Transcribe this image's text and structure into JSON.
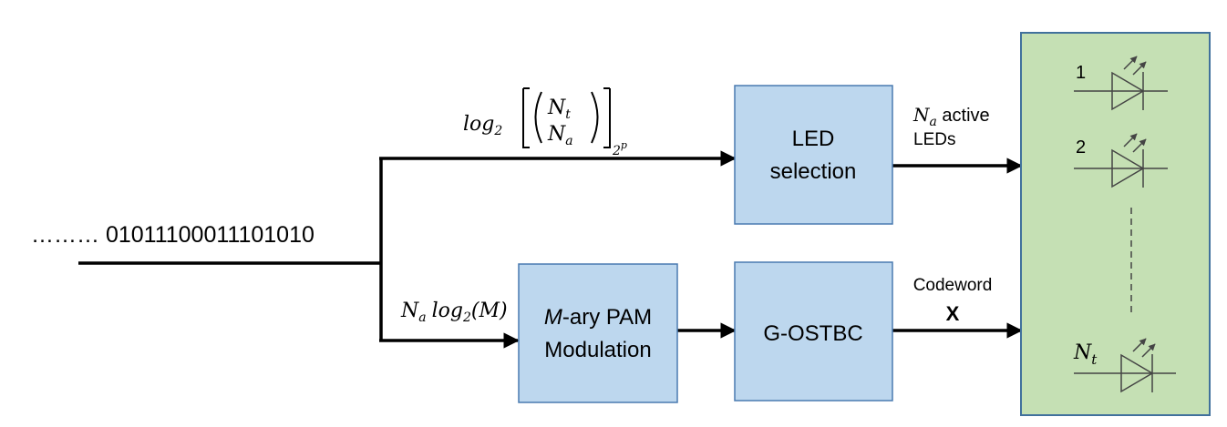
{
  "input": {
    "bitstream": "……… 01011100011101010"
  },
  "branches": {
    "top_label": {
      "func": "log",
      "sub": "2",
      "top": "N",
      "top_sub": "t",
      "bottom": "N",
      "bottom_sub": "a",
      "floor_sub": "2",
      "floor_sup": "p"
    },
    "bottom_label": {
      "n": "N",
      "n_sub": "a",
      "func": "log",
      "func_sub": "2",
      "arg": "(M)"
    }
  },
  "blocks": {
    "led_selection": {
      "line1": "LED",
      "line2": "selection"
    },
    "pam": {
      "line1_italic": "M",
      "line1_rest": "-ary PAM",
      "line2": "Modulation"
    },
    "gostbc": {
      "label": "G-OSTBC"
    }
  },
  "outputs": {
    "active": {
      "n": "N",
      "n_sub": "a",
      "rest": " active",
      "line2": "LEDs"
    },
    "codeword": {
      "line1": "Codeword",
      "line2": "X"
    }
  },
  "led_array": {
    "led1": "1",
    "led2": "2",
    "lastN": "N",
    "lastN_sub": "t"
  },
  "colors": {
    "block_fill": "#bdd7ee",
    "block_stroke": "#4a7ab0",
    "array_fill": "#c5e0b4",
    "array_stroke": "#41719c",
    "line": "#000000",
    "led": "#444444"
  }
}
